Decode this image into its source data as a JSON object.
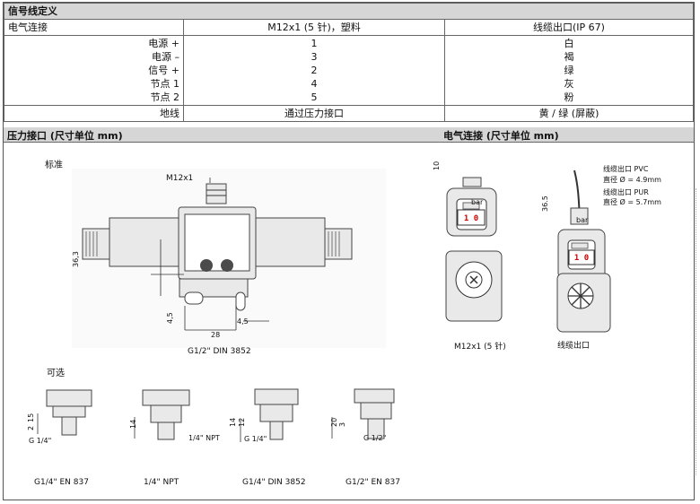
{
  "signal_section": {
    "title": "信号线定义",
    "col1": "电气连接",
    "col2": "M12x1 (5 针)，塑料",
    "col3": "线缆出口(IP 67)",
    "rows": [
      {
        "name": "电源 +",
        "pin": "1",
        "color": "白"
      },
      {
        "name": "电源 –",
        "pin": "3",
        "color": "褐"
      },
      {
        "name": "信号 +",
        "pin": "2",
        "color": "绿"
      },
      {
        "name": "节点 1",
        "pin": "4",
        "color": "灰"
      },
      {
        "name": "节点 2",
        "pin": "5",
        "color": "粉"
      }
    ],
    "ground": {
      "name": "地线",
      "value": "通过压力接口",
      "color": "黄 / 绿 (屏蔽)"
    }
  },
  "pressure_section": {
    "title": "压力接口 (尺寸单位 mm)",
    "standard": "标准",
    "optional": "可选",
    "m12_label": "M12x1",
    "dim_height": "36,3",
    "dim_4_5a": "4,5",
    "dim_4_5b": "4,5",
    "dim_28": "28",
    "main_thread": "G1/2\" DIN 3852",
    "options": [
      {
        "label": "G1/4\" EN 837",
        "thread": "G 1/4\"",
        "d1": "15",
        "d2": "2"
      },
      {
        "label": "1/4\" NPT",
        "thread": "1/4\" NPT",
        "d1": "14",
        "d2": ""
      },
      {
        "label": "G1/4\" DIN 3852",
        "thread": "G 1/4\"",
        "d1": "14",
        "d2": "12"
      },
      {
        "label": "G1/2\" EN 837",
        "thread": "G 1/2\"",
        "d1": "20",
        "d2": "3"
      }
    ]
  },
  "electrical_section": {
    "title": "电气连接 (尺寸单位 mm)",
    "dim_10": "10",
    "dim_36": "36.5",
    "brand": "bar",
    "display_value": "1 0",
    "label_m12": "M12x1 (5 针)",
    "label_cable": "线缆出口",
    "cable_pvc": "线缆出口 PVC",
    "diameter_pvc": "直径 Ø = 4.9mm",
    "cable_pur": "线缆出口 PUR",
    "diameter_pur": "直径 Ø = 5.7mm"
  }
}
